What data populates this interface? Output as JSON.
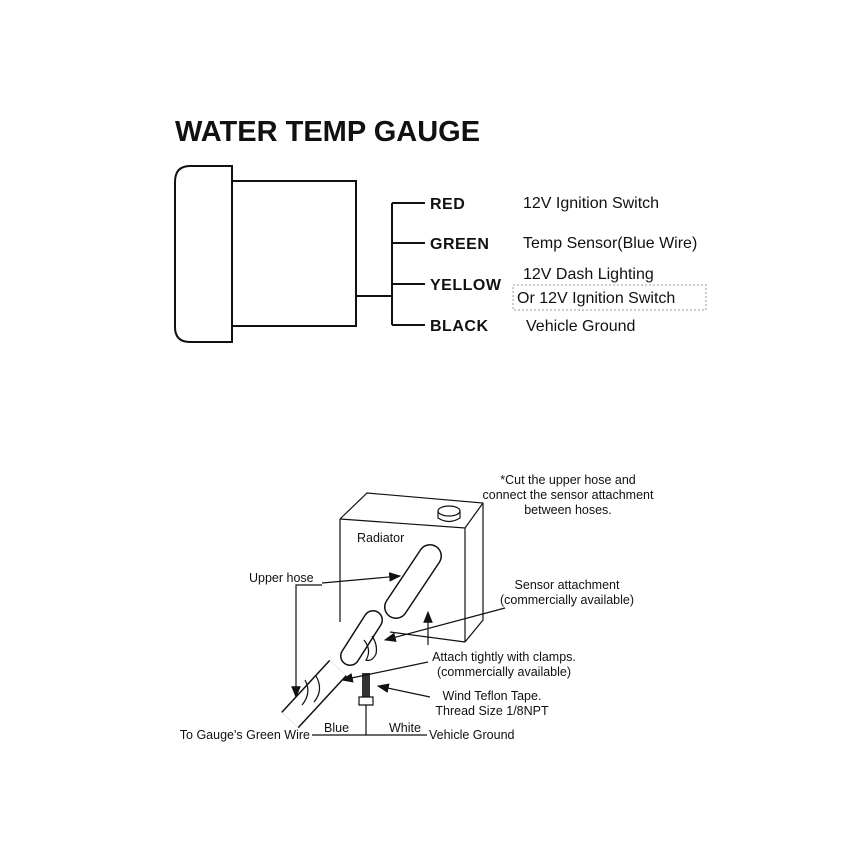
{
  "title": "WATER TEMP GAUGE",
  "wires": [
    {
      "color": "RED",
      "description": "12V Ignition Switch"
    },
    {
      "color": "GREEN",
      "description": "Temp Sensor(Blue Wire)"
    },
    {
      "color": "YELLOW",
      "description": "12V Dash Lighting",
      "alt_description": "Or 12V Ignition Switch"
    },
    {
      "color": "BLACK",
      "description": "Vehicle Ground"
    }
  ],
  "install": {
    "note": [
      "*Cut the upper hose and",
      "connect the sensor attachment",
      "between hoses."
    ],
    "radiator": "Radiator",
    "upper_hose": "Upper hose",
    "sensor_attachment": [
      "Sensor attachment",
      "(commercially available)"
    ],
    "clamps": [
      "Attach tightly with clamps.",
      "(commercially available)"
    ],
    "teflon": [
      "Wind Teflon Tape.",
      "Thread Size 1/8NPT"
    ],
    "to_gauge": "To Gauge's Green Wire",
    "blue": "Blue",
    "white": "White",
    "vehicle_ground": "Vehicle Ground"
  }
}
